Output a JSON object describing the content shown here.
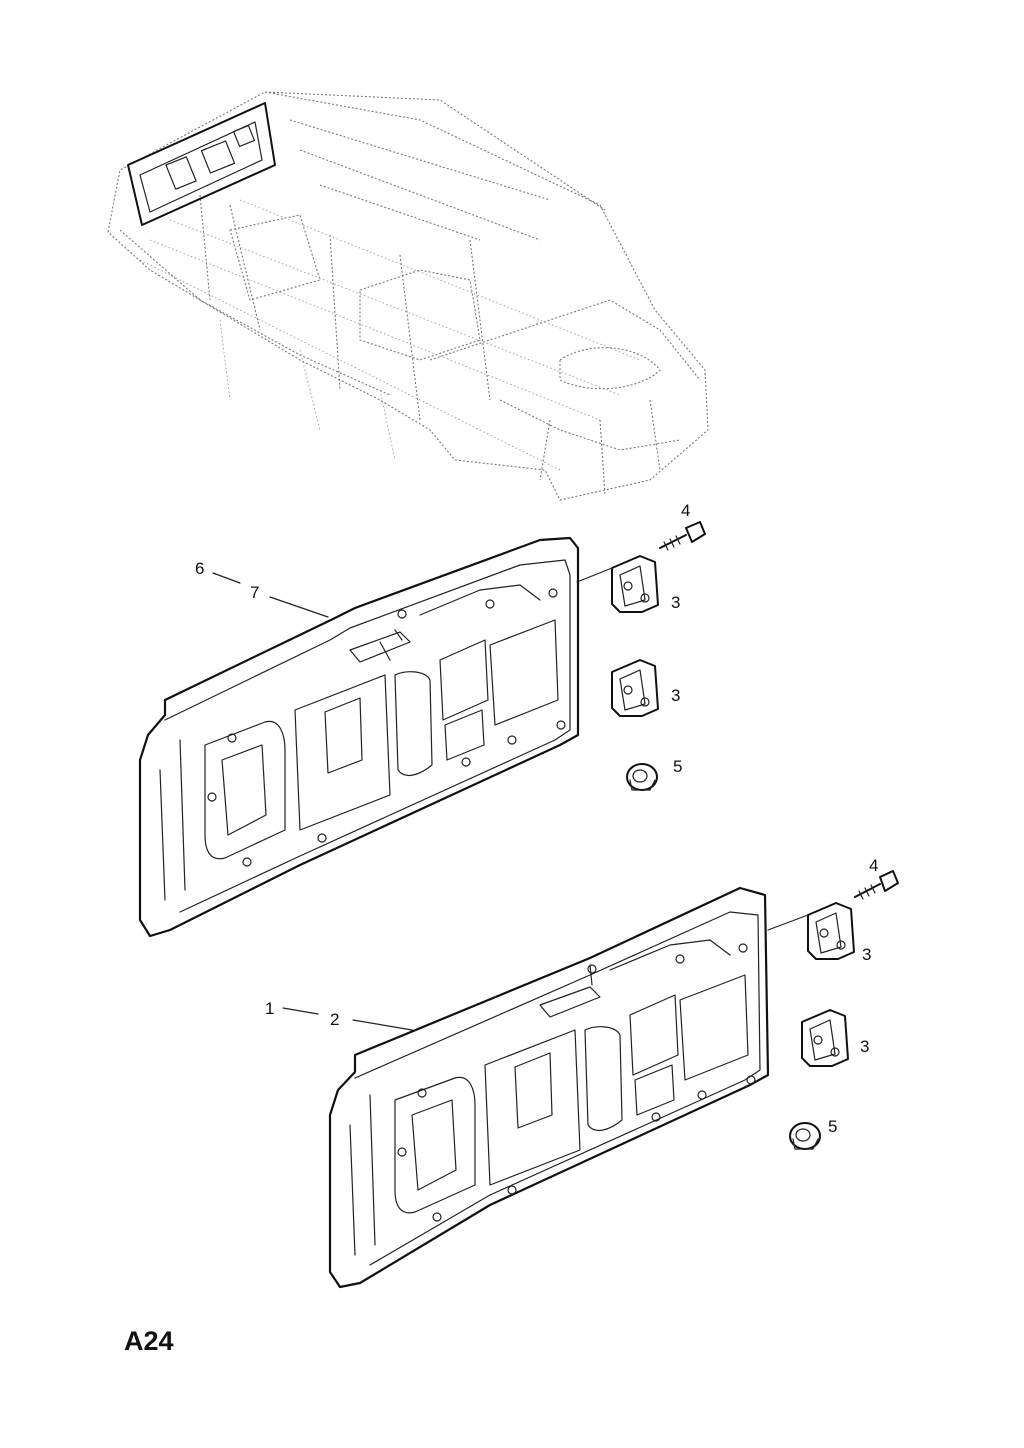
{
  "diagram_code": "A24",
  "callouts": {
    "upper_panel_a": "6",
    "upper_panel_b": "7",
    "upper_bolt": "4",
    "upper_hinge_top": "3",
    "upper_hinge_bottom": "3",
    "upper_bushing": "5",
    "lower_panel_a": "1",
    "lower_panel_b": "2",
    "lower_bolt": "4",
    "lower_hinge_top": "3",
    "lower_hinge_bottom": "3",
    "lower_bushing": "5"
  }
}
